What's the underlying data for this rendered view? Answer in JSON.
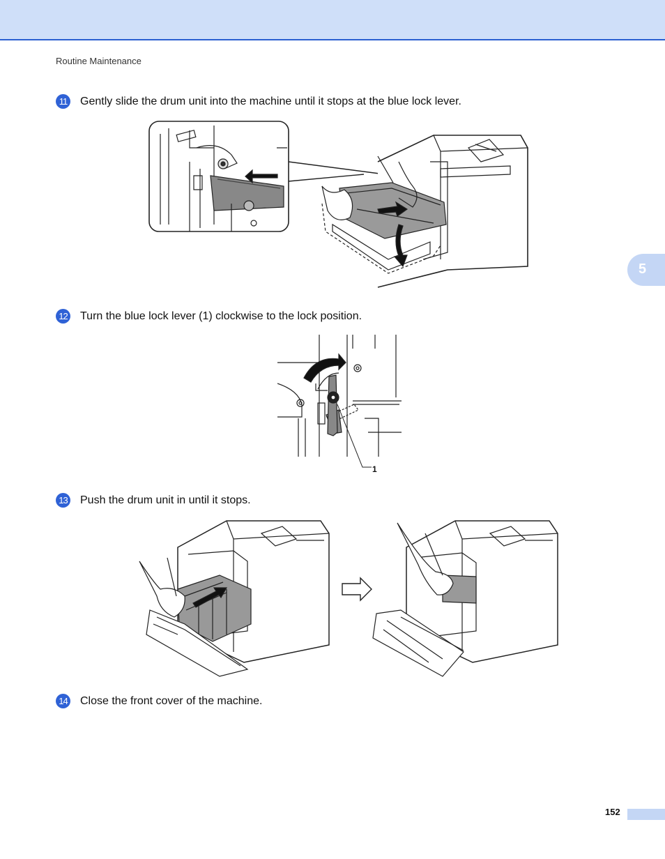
{
  "header": {
    "section": "Routine Maintenance"
  },
  "steps": [
    {
      "num": "11",
      "text": "Gently slide the drum unit into the machine until it stops at the blue lock lever."
    },
    {
      "num": "12",
      "text": "Turn the blue lock lever (1) clockwise to the lock position."
    },
    {
      "num": "13",
      "text": "Push the drum unit in until it stops."
    },
    {
      "num": "14",
      "text": "Close the front cover of the machine."
    }
  ],
  "illustration_2": {
    "callout": "1"
  },
  "chapter_tab": "5",
  "footer": {
    "page_number": "152"
  }
}
